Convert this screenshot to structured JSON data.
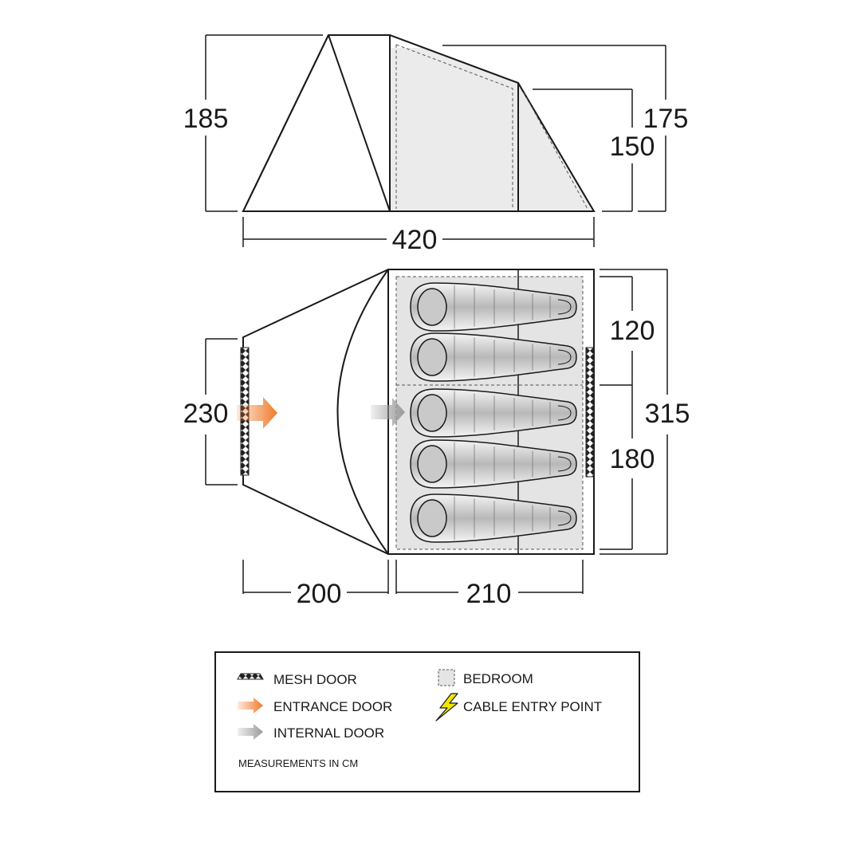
{
  "dimensions": {
    "side_height_left": "185",
    "side_height_right_outer": "175",
    "side_height_right_inner": "150",
    "total_length": "420",
    "width_total": "315",
    "width_front": "230",
    "bedroom_top": "120",
    "bedroom_bottom": "180",
    "porch_length": "200",
    "bedroom_length": "210"
  },
  "legend": {
    "mesh_door": "MESH DOOR",
    "entrance_door": "ENTRANCE DOOR",
    "internal_door": "INTERNAL DOOR",
    "bedroom": "BEDROOM",
    "cable_entry": "CABLE ENTRY POINT",
    "units_note": "MEASUREMENTS IN CM"
  },
  "colors": {
    "entrance_arrow": "#f07a2a",
    "internal_arrow": "#9a9a9a",
    "bedroom_fill": "#e4e4e4",
    "cable_bolt": "#f2e600"
  },
  "sleeping_bags_count": 5
}
